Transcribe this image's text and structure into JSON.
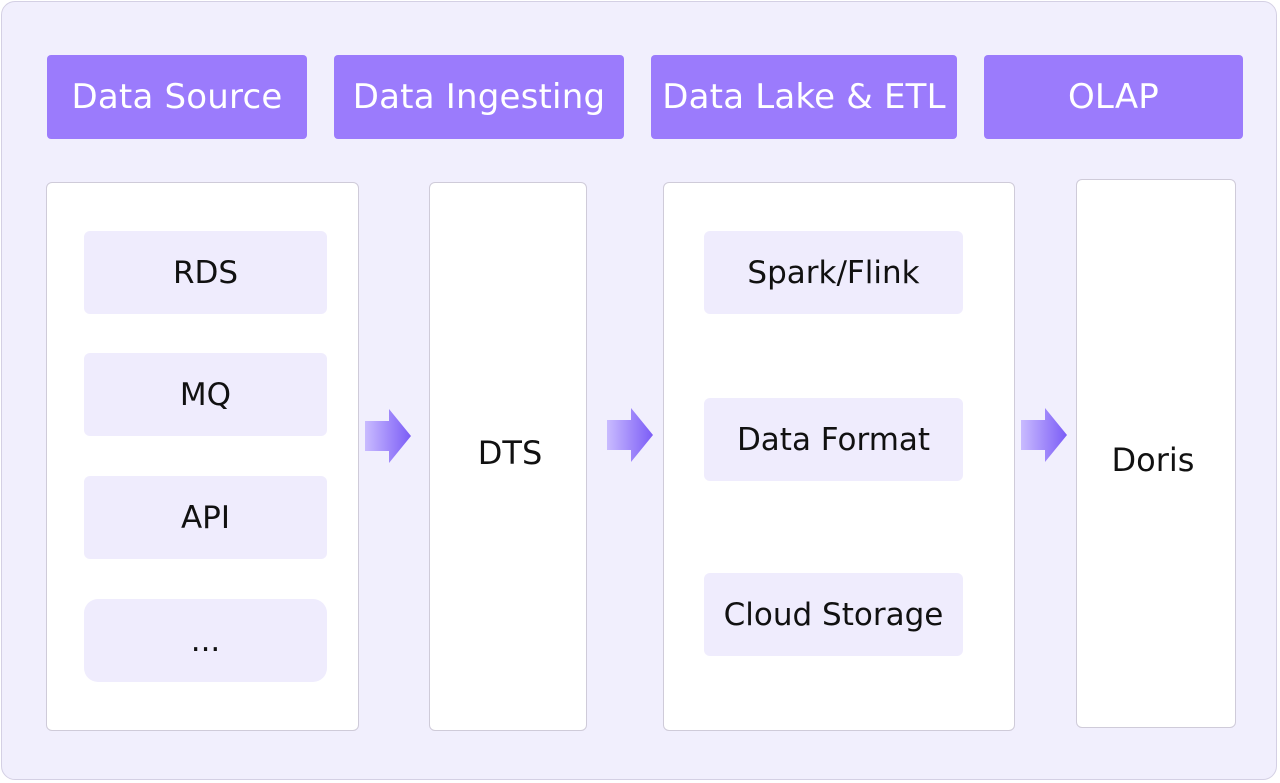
{
  "headers": [
    {
      "label": "Data Source"
    },
    {
      "label": "Data Ingesting"
    },
    {
      "label": "Data Lake & ETL"
    },
    {
      "label": "OLAP"
    }
  ],
  "data_source": {
    "items": [
      "RDS",
      "MQ",
      "API",
      "..."
    ]
  },
  "data_ingesting": {
    "label": "DTS"
  },
  "data_lake": {
    "items": [
      "Spark/Flink",
      "Data Format",
      "Cloud Storage"
    ]
  },
  "olap": {
    "label": "Doris"
  },
  "colors": {
    "background": "#f1effd",
    "header": "#9b7bfc",
    "item": "#efecfd",
    "arrow_start": "#c9bbff",
    "arrow_end": "#7b5cf6"
  },
  "icons": [
    "arrow-right-icon"
  ]
}
